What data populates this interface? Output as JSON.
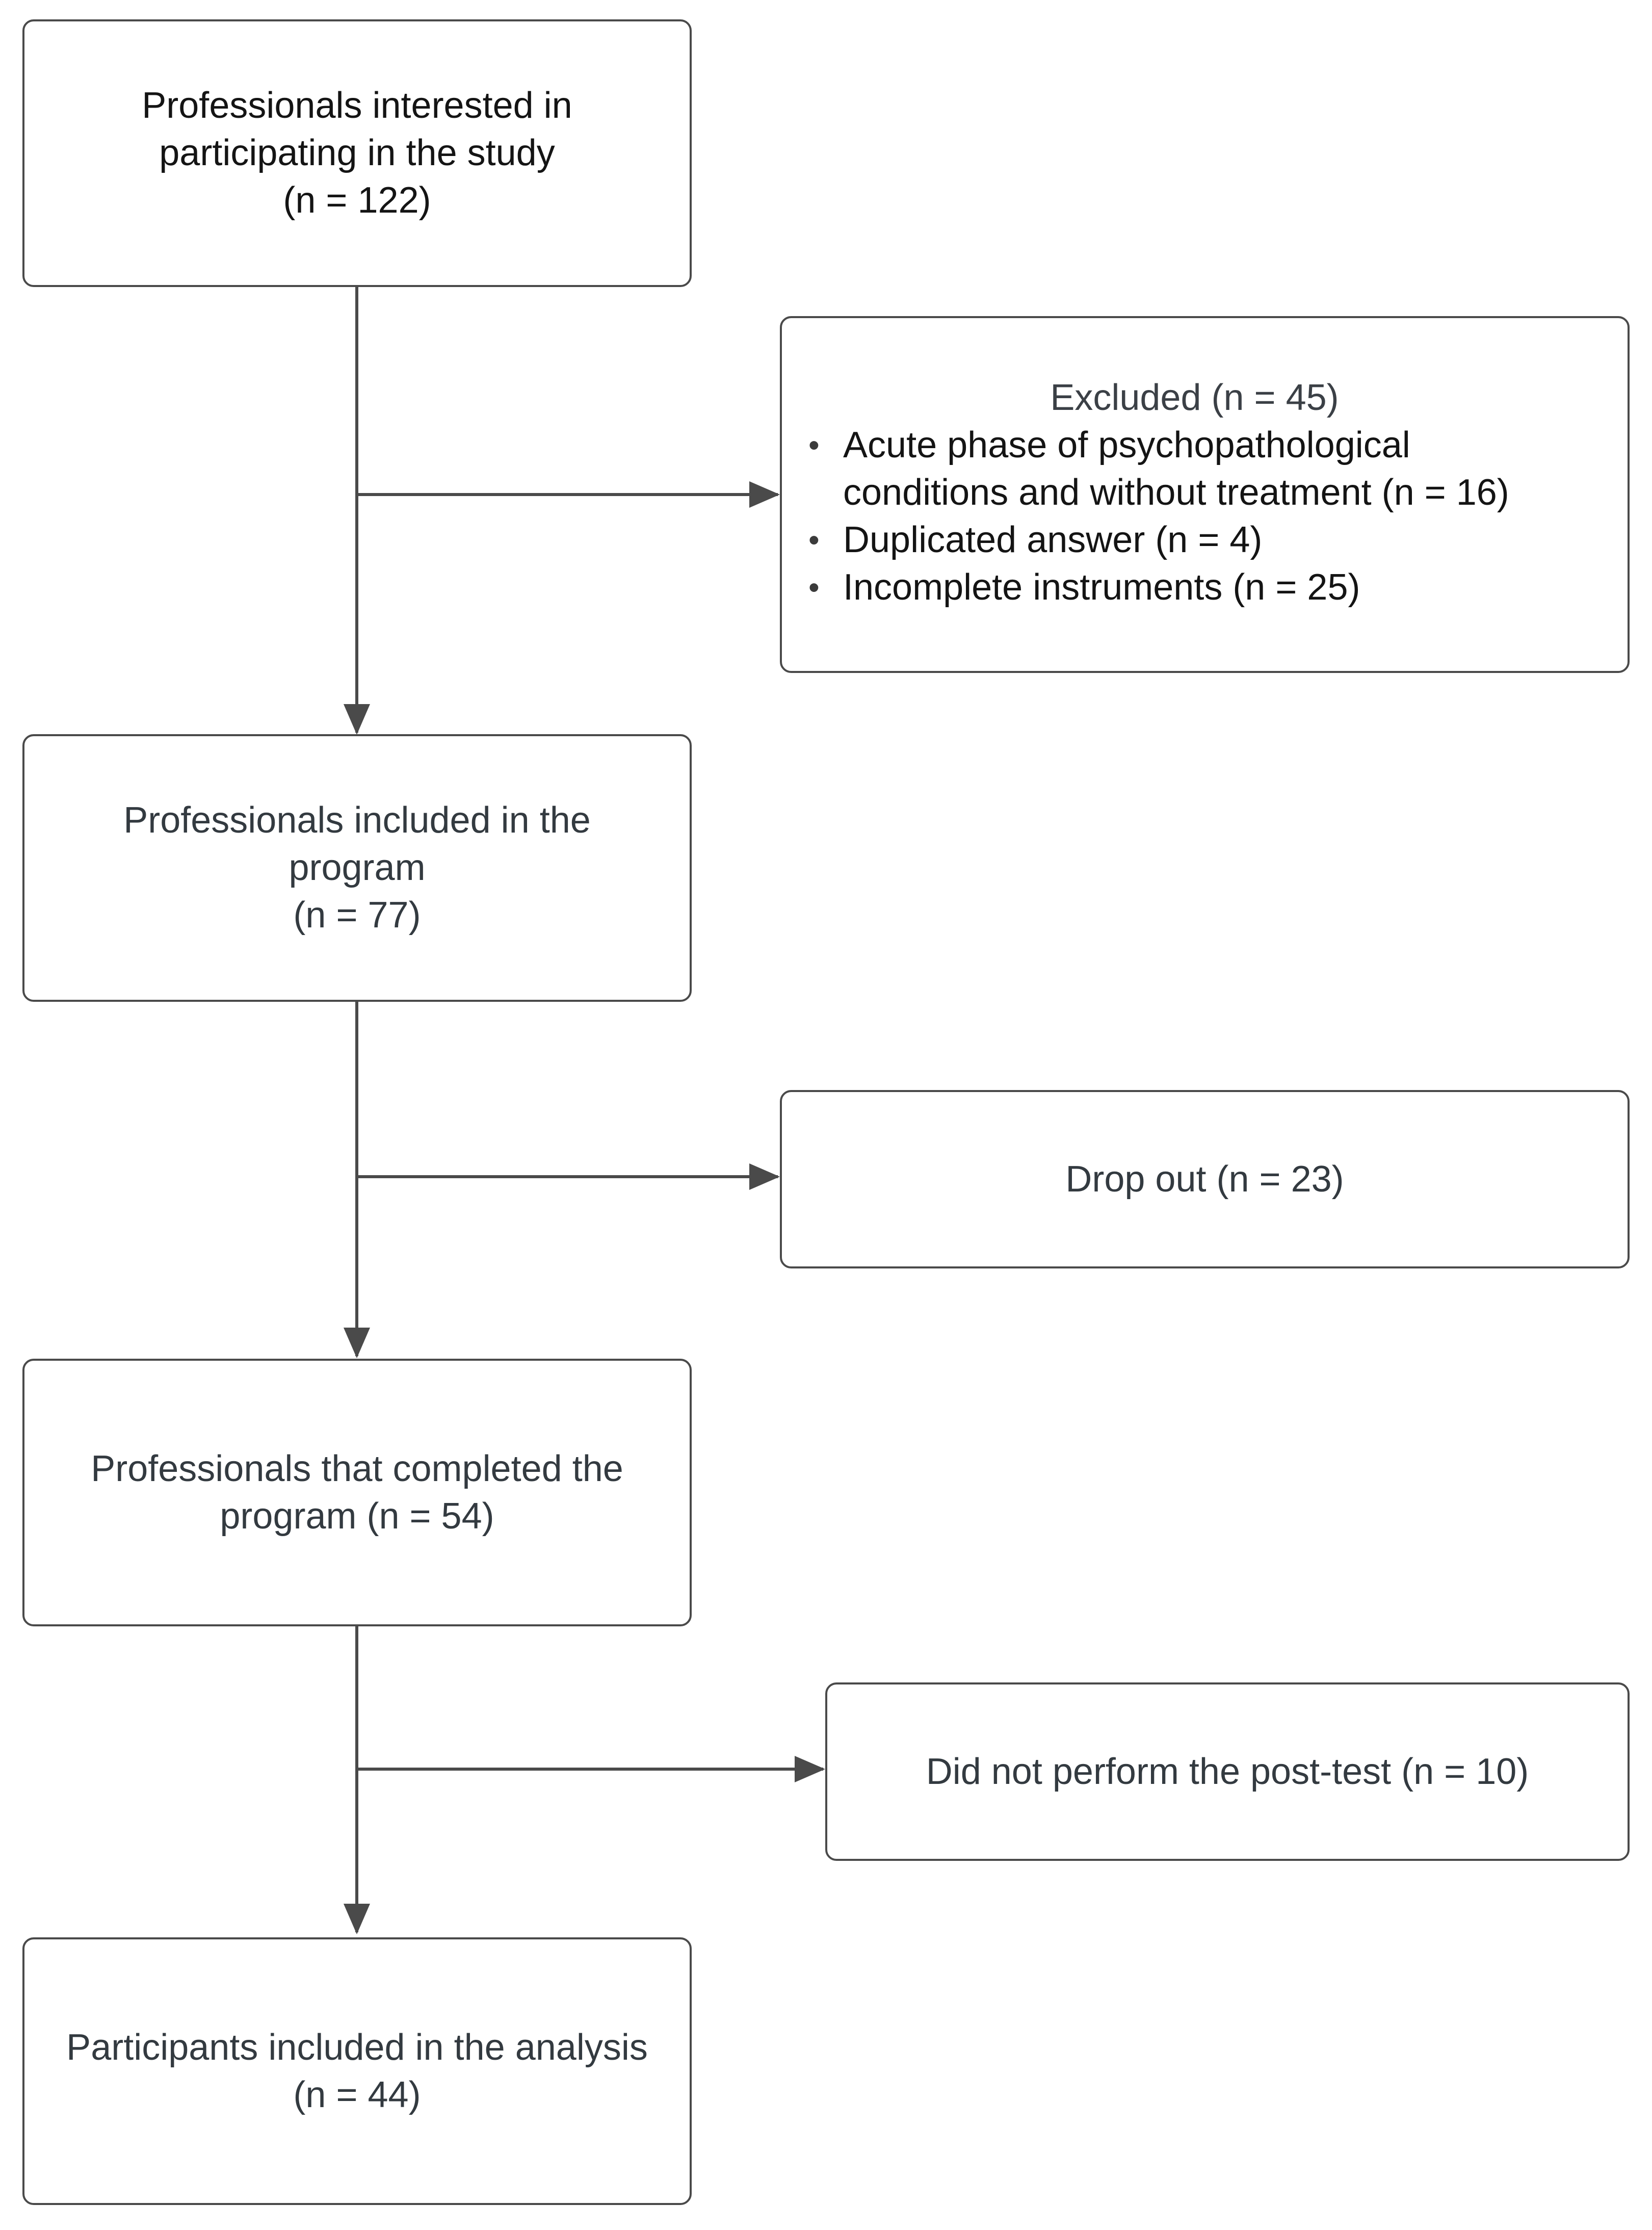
{
  "boxes": {
    "interested": {
      "lines": [
        "Professionals  interested in",
        "participating in the study",
        "(n = 122)"
      ]
    },
    "excluded": {
      "title": "Excluded (n = 45)",
      "items": [
        {
          "line1": "Acute phase of psychopathological",
          "line2": "conditions and without treatment (n = 16)"
        },
        {
          "line1": "Duplicated answer (n = 4)"
        },
        {
          "line1": "Incomplete instruments (n = 25)"
        }
      ]
    },
    "included_program": {
      "lines": [
        "Professionals included in the",
        "program",
        "(n = 77)"
      ]
    },
    "dropout": {
      "lines": [
        "Drop out  (n = 23)"
      ]
    },
    "completed": {
      "lines": [
        "Professionals that completed the",
        "program (n = 54)"
      ]
    },
    "no_posttest": {
      "lines": [
        "Did not perform the post-test (n = 10)"
      ]
    },
    "analysis": {
      "lines": [
        "Participants included in the analysis",
        "(n = 44)"
      ]
    }
  },
  "colors": {
    "stroke": "#4a4a4a",
    "text": "#333a40",
    "text_dark": "#141414"
  }
}
